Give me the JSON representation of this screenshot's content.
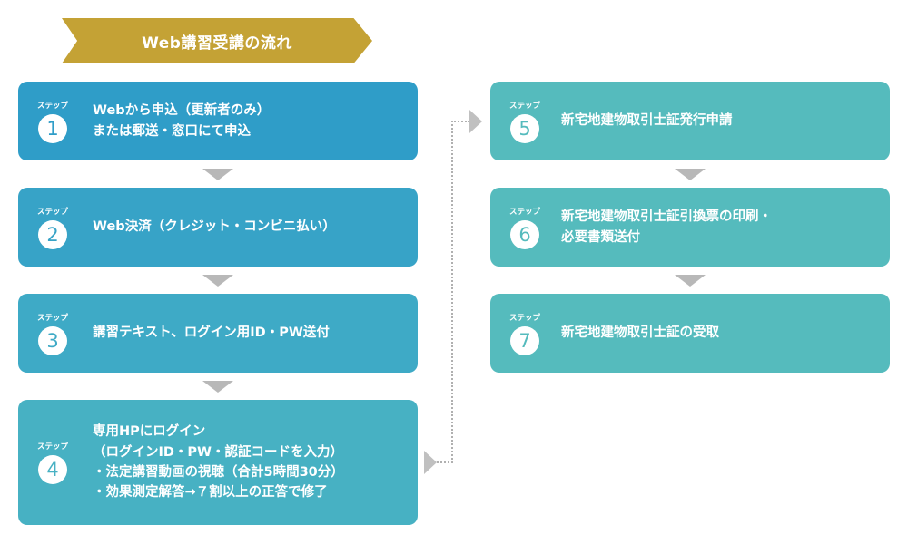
{
  "title": "Web講習受講の流れ",
  "step_label": "ステップ",
  "colors": {
    "banner": "#c4a235",
    "step_1": "#2f9dc8",
    "step_2": "#37a3c7",
    "step_3": "#3eaac6",
    "step_4": "#47b1c3",
    "step_right": "#55bbbd",
    "arrow": "#b8b8b8"
  },
  "steps": [
    {
      "number": "1",
      "lines": [
        "Webから申込（更新者のみ）",
        "または郵送・窓口にて申込"
      ]
    },
    {
      "number": "2",
      "lines": [
        "Web決済（クレジット・コンビニ払い）"
      ]
    },
    {
      "number": "3",
      "lines": [
        "講習テキスト、ログイン用ID・PW送付"
      ]
    },
    {
      "number": "4",
      "lines": [
        "専用HPにログイン",
        "（ログインID・PW・認証コードを入力）",
        "・法定講習動画の視聴（合計5時間30分）",
        "・効果測定解答→７割以上の正答で修了"
      ]
    },
    {
      "number": "5",
      "lines": [
        "新宅地建物取引士証発行申請"
      ]
    },
    {
      "number": "6",
      "lines": [
        "新宅地建物取引士証引換票の印刷・",
        "必要書類送付"
      ]
    },
    {
      "number": "7",
      "lines": [
        "新宅地建物取引士証の受取"
      ]
    }
  ]
}
